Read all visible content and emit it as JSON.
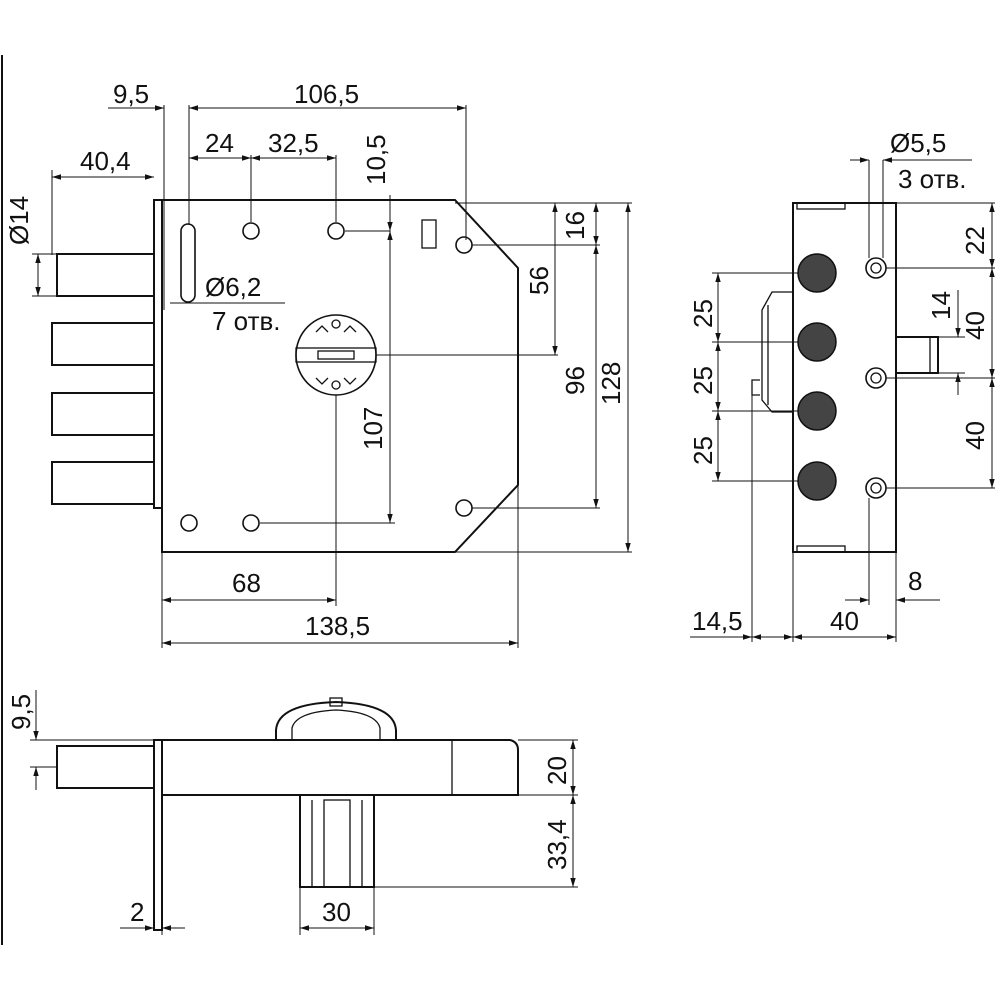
{
  "dimensions": {
    "front": {
      "d_9_5": "9,5",
      "d_106_5": "106,5",
      "d_40_4": "40,4",
      "d_24": "24",
      "d_32_5": "32,5",
      "d_10_5": "10,5",
      "d_dia14": "Ø14",
      "d_dia6_2": "Ø6,2",
      "d_7holes": "7 отв.",
      "d_16": "16",
      "d_56": "56",
      "d_96": "96",
      "d_128": "128",
      "d_107": "107",
      "d_68": "68",
      "d_138_5": "138,5"
    },
    "side": {
      "d_dia5_5": "Ø5,5",
      "d_3holes": "3 отв.",
      "d_22": "22",
      "d_25a": "25",
      "d_25b": "25",
      "d_25c": "25",
      "d_14": "14",
      "d_40a": "40",
      "d_40b": "40",
      "d_8": "8",
      "d_14_5": "14,5",
      "d_40c": "40"
    },
    "bottom": {
      "d_9_5": "9,5",
      "d_20": "20",
      "d_33_4": "33,4",
      "d_2": "2",
      "d_30": "30"
    }
  }
}
